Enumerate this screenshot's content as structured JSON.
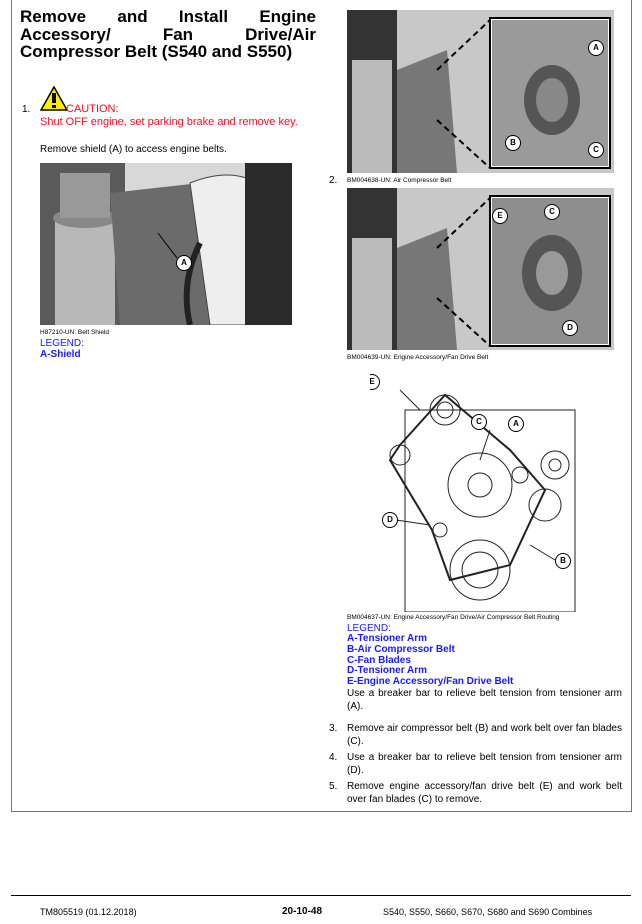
{
  "title": "Remove and Install Engine Accessory/ Fan Drive/Air Compressor Belt (S540 and S550)",
  "steps": {
    "s1_num": "1.",
    "caution_label": "CAUTION:",
    "caution_text": "Shut OFF engine, set parking brake and remove key.",
    "s1_text": "Remove shield (A) to access engine belts.",
    "s2_num": "2.",
    "s2_text": "Use a breaker bar to relieve belt tension from tensioner arm (A).",
    "s3_num": "3.",
    "s3_text": "Remove air compressor belt (B) and work belt over fan blades (C).",
    "s4_num": "4.",
    "s4_text": "Use a breaker bar to relieve belt tension from tensioner arm (D).",
    "s5_num": "5.",
    "s5_text": "Remove engine accessory/fan drive belt (E) and work belt over fan blades (C) to remove."
  },
  "figures": {
    "fig1": {
      "caption": "H87210-UN: Belt Shield",
      "legend_title": "LEGEND:",
      "legend": [
        "A-Shield"
      ],
      "callouts": [
        "A"
      ]
    },
    "fig2": {
      "caption": "BM004638-UN: Air Compressor Belt",
      "callouts": [
        "A",
        "B",
        "C"
      ]
    },
    "fig3": {
      "caption": "BM004639-UN: Engine Accessory/Fan Drive Belt",
      "callouts": [
        "E",
        "C",
        "D"
      ]
    },
    "fig4": {
      "caption": "BM004637-UN: Engine Accessory/Fan Drive/Air Compressor Belt Routing",
      "legend_title": "LEGEND:",
      "legend": [
        "A-Tensioner Arm",
        "B-Air Compressor Belt",
        "C-Fan Blades",
        "D-Tensioner Arm",
        "E-Engine Accessory/Fan Drive Belt"
      ],
      "callouts": [
        "E",
        "C",
        "A",
        "D",
        "B"
      ]
    }
  },
  "footer": {
    "doc": "TM805519 (01.12.2018)",
    "page": "20-10-48",
    "models": "S540, S550, S660, S670, S680 and S690 Combines"
  },
  "colors": {
    "caution": "#f0102a",
    "legend": "#1a1aff"
  }
}
